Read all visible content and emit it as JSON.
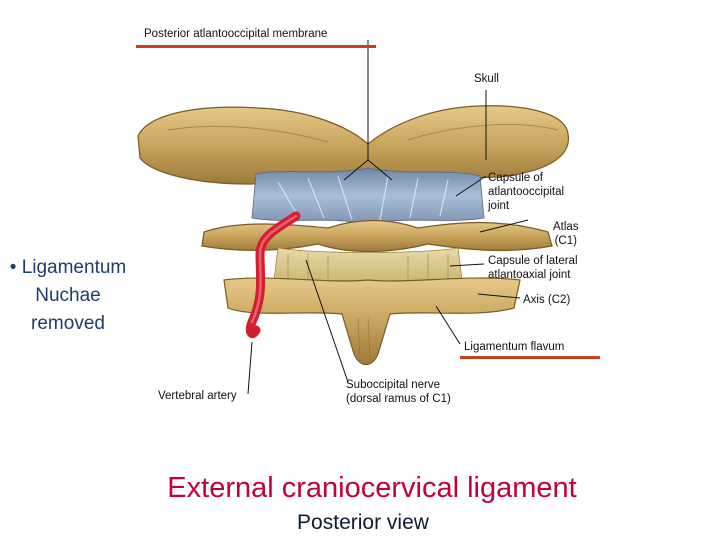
{
  "bullet": {
    "marker": "•",
    "lines": [
      "Ligamentum",
      "Nuchae",
      "removed"
    ]
  },
  "figure": {
    "labels": {
      "posterior_membrane": "Posterior atlantooccipital membrane",
      "skull": "Skull",
      "capsule_ao": [
        "Capsule of",
        "atlantooccipital",
        "joint"
      ],
      "atlas": [
        "Atlas",
        "(C1)"
      ],
      "capsule_aa": [
        "Capsule of lateral",
        "atlantoaxial joint"
      ],
      "axis": "Axis (C2)",
      "flavum": "Ligamentum flavum",
      "vertebral_artery": "Vertebral artery",
      "suboccipital": [
        "Suboccipital nerve",
        "(dorsal ramus of C1)"
      ]
    }
  },
  "title": "External craniocervical ligament",
  "subtitle": "Posterior view",
  "colors": {
    "title": "#c4003a",
    "subtitle": "#0d1b2e",
    "bullet": "#1f3d6b",
    "accent_underline": "#c8401c",
    "bone": "#c9a45c",
    "ligament": "#8fa8c4",
    "artery": "#d22030"
  }
}
